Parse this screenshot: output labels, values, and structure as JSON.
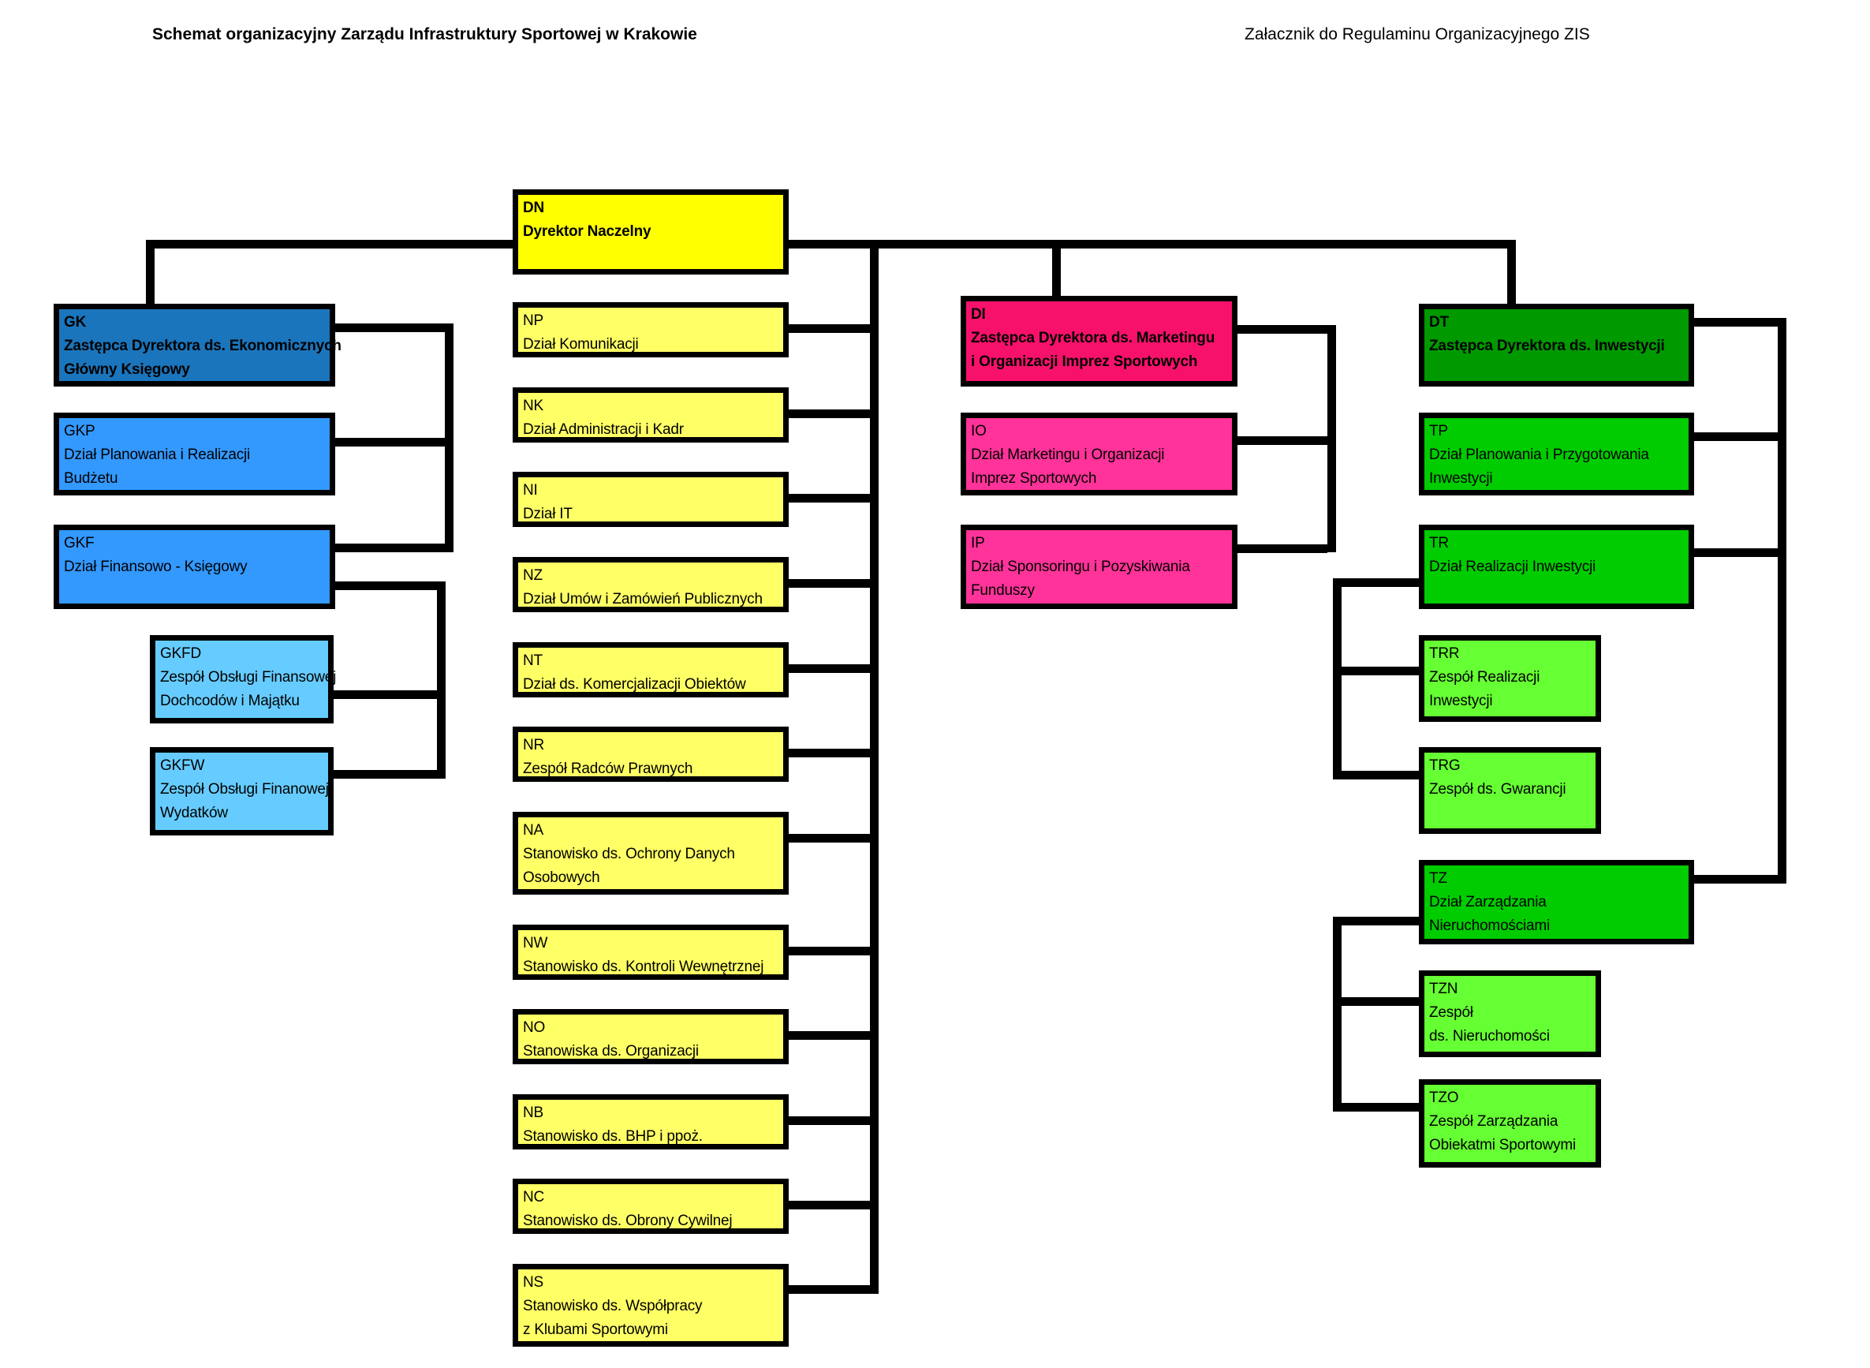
{
  "page": {
    "title_left": "Schemat organizacyjny Zarządu Infrastruktury Sportowej w Krakowie",
    "title_right": "Załacznik do Regulaminu Organizacyjnego ZIS",
    "background_color": "#FFFFFF",
    "connector_color": "#000000",
    "border_color": "#000000"
  },
  "org_nodes": [
    {
      "id": "dn",
      "code": "DN",
      "lines": [
        "Dyrektor Naczelny"
      ],
      "color": "#FFFF00",
      "bold": true,
      "parent": null
    },
    {
      "id": "gk",
      "code": "GK",
      "lines": [
        "Zastępca Dyrektora ds. Ekonomicznych",
        "Główny Księgowy"
      ],
      "color": "#1B75BC",
      "bold": true,
      "parent": "dn"
    },
    {
      "id": "gkp",
      "code": "GKP",
      "lines": [
        "Dział Planowania i Realizacji",
        "Budżetu"
      ],
      "color": "#3399FF",
      "bold": false,
      "parent": "gk"
    },
    {
      "id": "gkf",
      "code": "GKF",
      "lines": [
        "Dział Finansowo - Księgowy"
      ],
      "color": "#3399FF",
      "bold": false,
      "parent": "gk"
    },
    {
      "id": "gkfd",
      "code": "GKFD",
      "lines": [
        "Zespół Obsługi Finansowej",
        "Dochcodów i Majątku"
      ],
      "color": "#66CCFF",
      "bold": false,
      "parent": "gkf"
    },
    {
      "id": "gkfw",
      "code": "GKFW",
      "lines": [
        "Zespół Obsługi Finanowej",
        "Wydatków"
      ],
      "color": "#66CCFF",
      "bold": false,
      "parent": "gkf"
    },
    {
      "id": "np",
      "code": "NP",
      "lines": [
        "Dział Komunikacji"
      ],
      "color": "#FFFF66",
      "bold": false,
      "parent": "dn"
    },
    {
      "id": "nk",
      "code": "NK",
      "lines": [
        "Dział Administracji i Kadr"
      ],
      "color": "#FFFF66",
      "bold": false,
      "parent": "dn"
    },
    {
      "id": "ni",
      "code": "NI",
      "lines": [
        "Dział IT"
      ],
      "color": "#FFFF66",
      "bold": false,
      "parent": "dn"
    },
    {
      "id": "nz",
      "code": "NZ",
      "lines": [
        "Dział Umów i Zamówień Publicznych"
      ],
      "color": "#FFFF66",
      "bold": false,
      "parent": "dn"
    },
    {
      "id": "nt",
      "code": "NT",
      "lines": [
        "Dział ds. Komercjalizacji Obiektów"
      ],
      "color": "#FFFF66",
      "bold": false,
      "parent": "dn"
    },
    {
      "id": "nr",
      "code": "NR",
      "lines": [
        "Zespół Radców Prawnych"
      ],
      "color": "#FFFF66",
      "bold": false,
      "parent": "dn"
    },
    {
      "id": "na",
      "code": "NA",
      "lines": [
        "Stanowisko ds. Ochrony Danych",
        "Osobowych"
      ],
      "color": "#FFFF66",
      "bold": false,
      "parent": "dn"
    },
    {
      "id": "nw",
      "code": "NW",
      "lines": [
        "Stanowisko ds. Kontroli Wewnętrznej"
      ],
      "color": "#FFFF66",
      "bold": false,
      "parent": "dn"
    },
    {
      "id": "no",
      "code": "NO",
      "lines": [
        "Stanowiska ds. Organizacji"
      ],
      "color": "#FFFF66",
      "bold": false,
      "parent": "dn"
    },
    {
      "id": "nb",
      "code": "NB",
      "lines": [
        "Stanowisko ds. BHP i ppoż."
      ],
      "color": "#FFFF66",
      "bold": false,
      "parent": "dn"
    },
    {
      "id": "nc",
      "code": "NC",
      "lines": [
        "Stanowisko ds. Obrony Cywilnej"
      ],
      "color": "#FFFF66",
      "bold": false,
      "parent": "dn"
    },
    {
      "id": "ns",
      "code": "NS",
      "lines": [
        "Stanowisko ds. Współpracy",
        "z Klubami Sportowymi"
      ],
      "color": "#FFFF66",
      "bold": false,
      "parent": "dn"
    },
    {
      "id": "di",
      "code": "DI",
      "lines": [
        "Zastępca Dyrektora ds. Marketingu",
        "i Organizacji Imprez Sportowych"
      ],
      "color": "#F8116B",
      "bold": true,
      "parent": "dn"
    },
    {
      "id": "io",
      "code": "IO",
      "lines": [
        "Dział Marketingu i Organizacji",
        "Imprez Sportowych"
      ],
      "color": "#FF3399",
      "bold": false,
      "parent": "di"
    },
    {
      "id": "ip",
      "code": "IP",
      "lines": [
        "Dział Sponsoringu i Pozyskiwania",
        "Funduszy"
      ],
      "color": "#FF3399",
      "bold": false,
      "parent": "di"
    },
    {
      "id": "dt",
      "code": "DT",
      "lines": [
        "Zastępca Dyrektora ds. Inwestycji"
      ],
      "color": "#009900",
      "bold": true,
      "parent": "dn"
    },
    {
      "id": "tp",
      "code": "TP",
      "lines": [
        "Dział Planowania i Przygotowania",
        "Inwestycji"
      ],
      "color": "#00CC00",
      "bold": false,
      "parent": "dt"
    },
    {
      "id": "tr",
      "code": "TR",
      "lines": [
        "Dział Realizacji Inwestycji"
      ],
      "color": "#00CC00",
      "bold": false,
      "parent": "dt"
    },
    {
      "id": "trr",
      "code": "TRR",
      "lines": [
        "Zespół Realizacji",
        "Inwestycji"
      ],
      "color": "#66FF33",
      "bold": false,
      "parent": "tr"
    },
    {
      "id": "trg",
      "code": "TRG",
      "lines": [
        "Zespół ds. Gwarancji"
      ],
      "color": "#66FF33",
      "bold": false,
      "parent": "tr"
    },
    {
      "id": "tz",
      "code": "TZ",
      "lines": [
        "Dział Zarządzania",
        "Nieruchomościami"
      ],
      "color": "#00CC00",
      "bold": false,
      "parent": "dt"
    },
    {
      "id": "tzn",
      "code": "TZN",
      "lines": [
        "Zespół",
        "ds. Nieruchomości"
      ],
      "color": "#66FF33",
      "bold": false,
      "parent": "tz"
    },
    {
      "id": "tzo",
      "code": "TZO",
      "lines": [
        "Zespół Zarządzania",
        "Obiekatmi Sportowymi"
      ],
      "color": "#66FF33",
      "bold": false,
      "parent": "tz"
    }
  ]
}
